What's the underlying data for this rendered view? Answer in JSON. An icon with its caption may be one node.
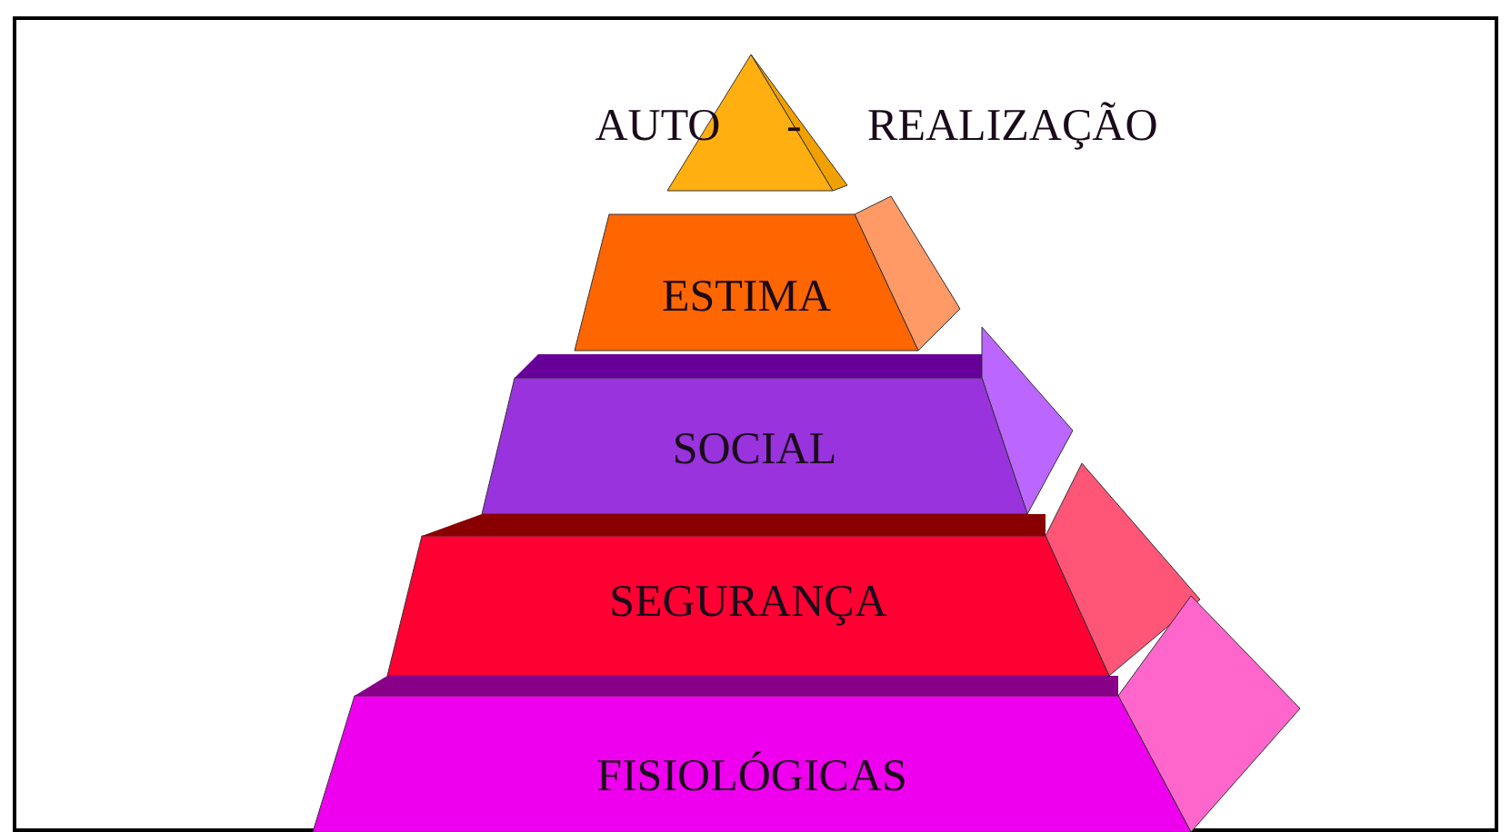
{
  "diagram": {
    "nodes": [
      {
        "text": [
          "AUTO - REALIZAÇÃO"
        ]
      },
      {
        "text": [
          "ESTIMA"
        ]
      },
      {
        "text": [
          "SOCIAL"
        ]
      },
      {
        "text": [
          "SEGURANÇA"
        ]
      },
      {
        "text": [
          "FISIOLÓGICAS"
        ]
      }
    ]
  }
}
